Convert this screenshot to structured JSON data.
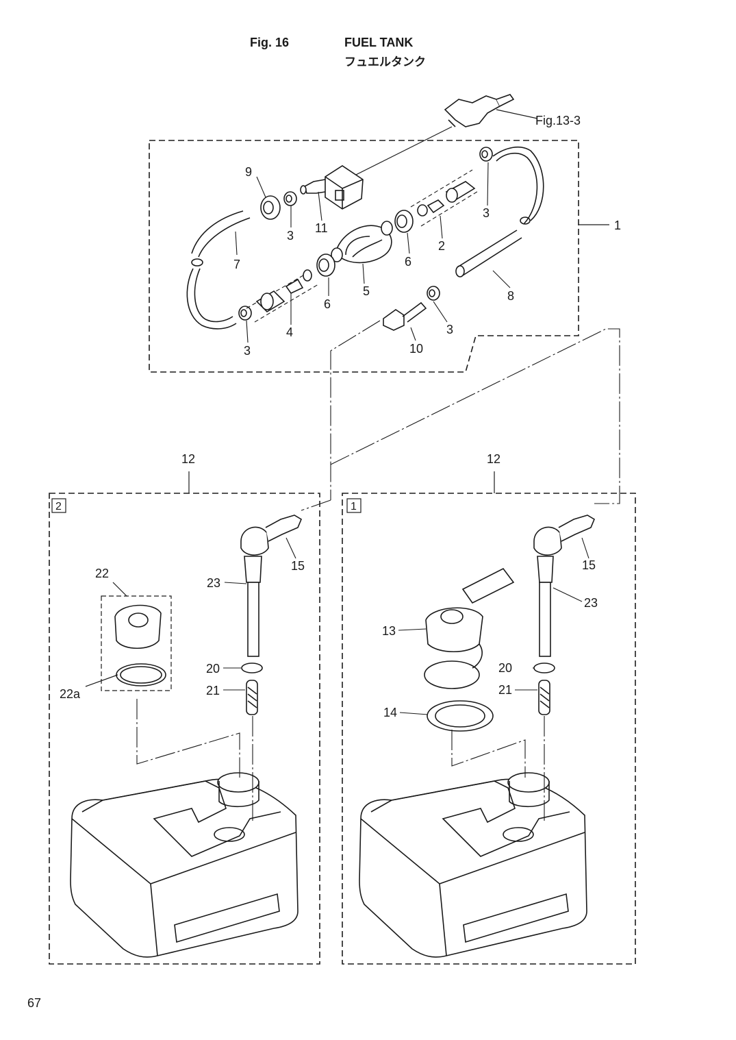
{
  "header": {
    "figure": "Fig. 16",
    "title": "FUEL TANK",
    "title_jp": "フュエルタンク"
  },
  "page_number": "67",
  "reference": "Fig.13-3",
  "callouts": {
    "c1": "1",
    "c2": "2",
    "c3a": "3",
    "c3b": "3",
    "c3c": "3",
    "c3d": "3",
    "c4": "4",
    "c5": "5",
    "c6a": "6",
    "c6b": "6",
    "c7": "7",
    "c8": "8",
    "c9": "9",
    "c10": "10",
    "c11": "11",
    "c12a": "12",
    "c12b": "12",
    "c13": "13",
    "c14": "14",
    "c15a": "15",
    "c15b": "15",
    "c20a": "20",
    "c20b": "20",
    "c21a": "21",
    "c21b": "21",
    "c22": "22",
    "c22a": "22a",
    "c23a": "23",
    "c23b": "23"
  },
  "variants": {
    "left": "2",
    "right": "1"
  },
  "colors": {
    "line": "#1a1a1a",
    "paper": "#ffffff"
  }
}
